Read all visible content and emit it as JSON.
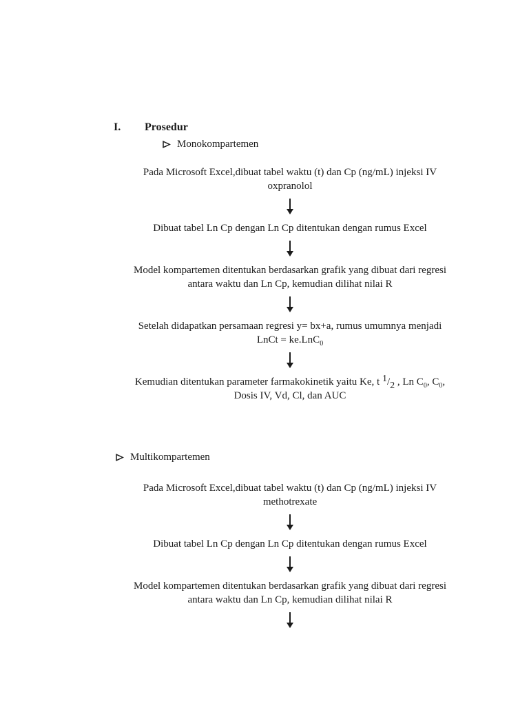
{
  "page": {
    "heading": {
      "number": "I.",
      "title": "Prosedur"
    },
    "mono": {
      "title": "Monokompartemen",
      "step1": {
        "line1": "Pada Microsoft Excel,dibuat tabel waktu (t) dan Cp (ng/mL) injeksi IV",
        "line2": "oxpranolol"
      },
      "step2": {
        "line1": "Dibuat tabel Ln Cp dengan Ln Cp ditentukan dengan rumus Excel"
      },
      "step3": {
        "line1": "Model kompartemen ditentukan berdasarkan grafik yang dibuat dari regresi",
        "line2": "antara waktu dan Ln Cp, kemudian dilihat nilai R"
      },
      "step4": {
        "line1": "Setelah didapatkan persamaan regresi y= bx+a, rumus umumnya menjadi",
        "line2_pre": "LnCt = ke.LnC",
        "line2_sub": "0"
      },
      "step5": {
        "line1_pre": "Kemudian ditentukan parameter farmakokinetik yaitu Ke, t ",
        "frac_numerator": "1",
        "frac_slash": "/",
        "frac_denominator": "2",
        "line1_mid1": " , Ln C",
        "sub1": "0",
        "line1_mid2": ", C",
        "sub2": "0",
        "line1_end": ",",
        "line2": "Dosis IV, Vd, Cl, dan AUC"
      }
    },
    "multi": {
      "title": "Multikompartemen",
      "step1": {
        "line1": "Pada Microsoft Excel,dibuat tabel waktu (t) dan Cp (ng/mL) injeksi IV",
        "line2": "methotrexate"
      },
      "step2": {
        "line1": "Dibuat tabel Ln Cp dengan Ln Cp ditentukan dengan rumus Excel"
      },
      "step3": {
        "line1": "Model kompartemen ditentukan berdasarkan grafik yang dibuat dari regresi",
        "line2": "antara waktu dan Ln Cp, kemudian dilihat nilai R"
      }
    },
    "icons": {
      "bullet": "arrowhead-right",
      "flow_connector": "down-arrow"
    },
    "colors": {
      "text": "#1b1b1b",
      "background": "#ffffff"
    }
  }
}
